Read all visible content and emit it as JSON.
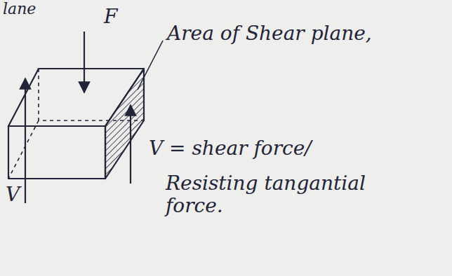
{
  "diagram": {
    "labels": [
      "lane",
      "F",
      "Area of Shear plane,",
      "V = shear force/",
      "Resisting tangantial force.",
      "V"
    ]
  }
}
